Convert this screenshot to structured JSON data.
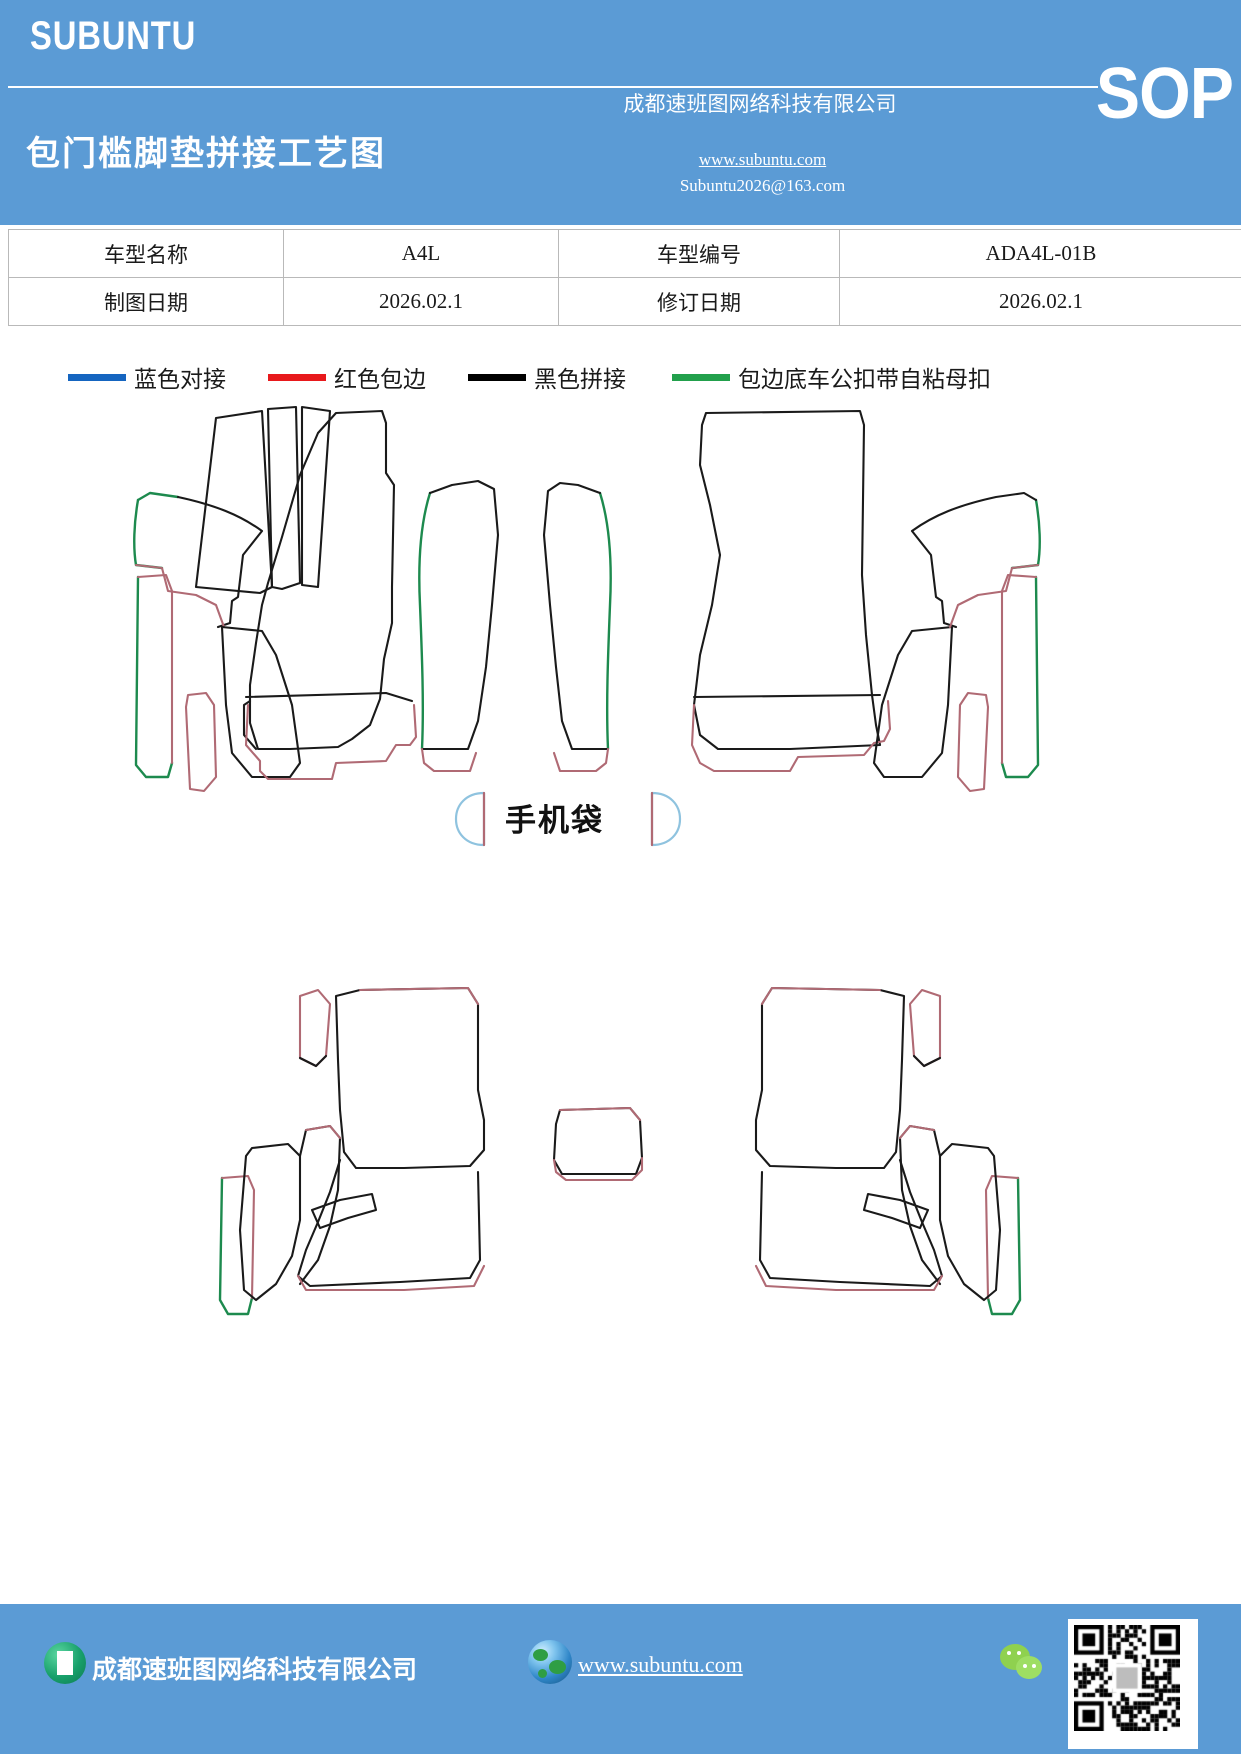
{
  "header": {
    "logo": "SUBUNTU",
    "doc_title": "包门槛脚垫拼接工艺图",
    "company": "成都速班图网络科技有限公司",
    "url": "www.subuntu.com",
    "email": "Subuntu2026@163.com",
    "sop_label": "SOP",
    "bg_color": "#5b9bd5"
  },
  "info_table": {
    "rows": [
      {
        "label1": "车型名称",
        "value1": "A4L",
        "label2": "车型编号",
        "value2": "ADA4L-01B"
      },
      {
        "label1": "制图日期",
        "value1": "2026.02.1",
        "label2": "修订日期",
        "value2": "2026.02.1"
      }
    ]
  },
  "legend": {
    "items": [
      {
        "label": "蓝色对接",
        "color": "#1565c0"
      },
      {
        "label": "红色包边",
        "color": "#e8191c"
      },
      {
        "label": "黑色拼接",
        "color": "#000000"
      },
      {
        "label": "包边底车公扣带自粘母扣",
        "color": "#22a04c"
      }
    ]
  },
  "drawing": {
    "pocket_label": "手机袋",
    "front_caption": "",
    "rear_caption": "",
    "line_colors": {
      "stitch_black": "#1a1a1a",
      "binding_red": "#b06a74",
      "hook_green": "#1d8a4e",
      "butt_blue": "#8fc3df"
    }
  },
  "footer": {
    "company": "成都速班图网络科技有限公司",
    "url": "www.subuntu.com",
    "building_icon": "building-icon",
    "globe_icon": "globe-icon",
    "wechat_icon": "wechat-icon",
    "qr_icon": "qr-code"
  }
}
